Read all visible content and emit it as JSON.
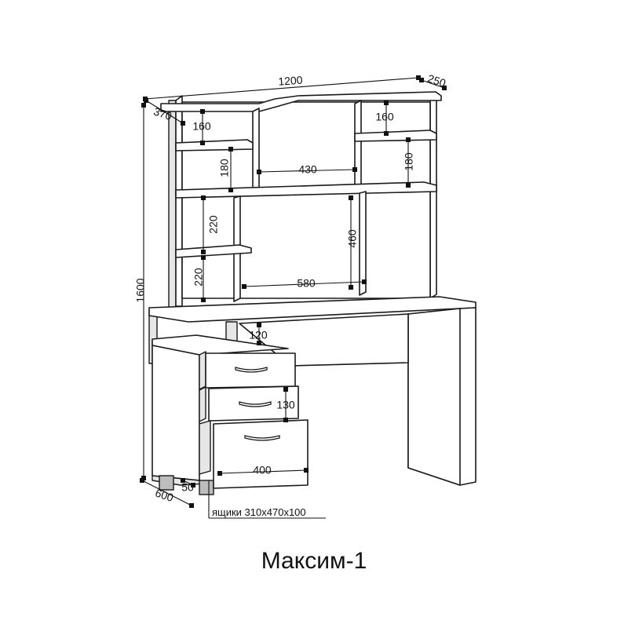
{
  "title": "Максим-1",
  "note": "ящики 310x470x100",
  "dimensions": {
    "overall_width": "1200",
    "top_depth": "250",
    "overall_height": "1600",
    "hutch_depth": "370",
    "left_shelf_gap": "160",
    "right_shelf_gap": "160",
    "left_niche_height": "180",
    "right_niche_height": "180",
    "center_niche_width": "430",
    "upper_side_gap": "220",
    "lower_side_gap": "220",
    "opening_height": "460",
    "opening_width": "580",
    "shelf_gap_under_top": "120",
    "drawer_front_height": "130",
    "drawer_width": "400",
    "desk_depth": "600",
    "leg_offset": "50"
  }
}
